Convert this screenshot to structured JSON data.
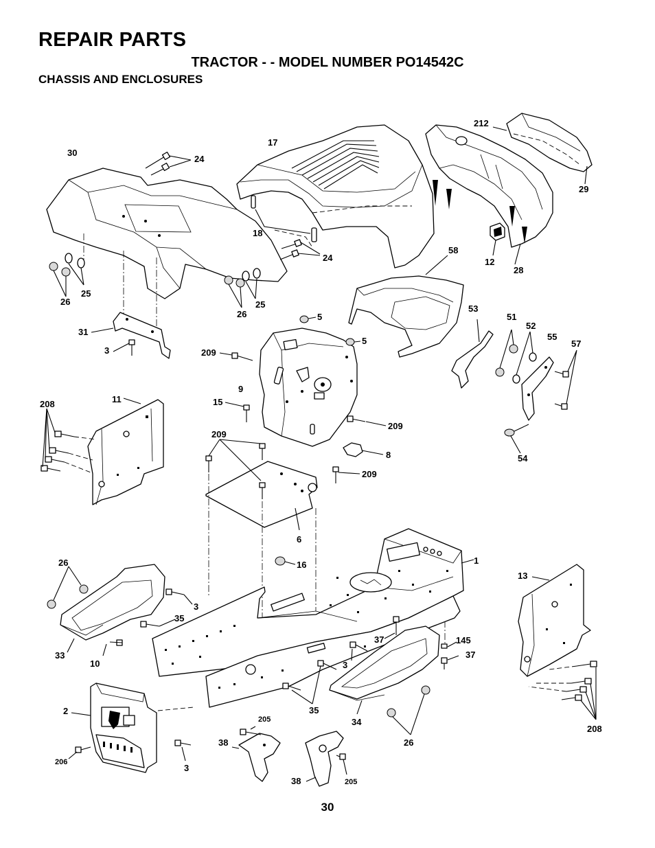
{
  "header": {
    "title": "REPAIR PARTS",
    "subtitle": "TRACTOR - - MODEL NUMBER PO14542C",
    "section": "CHASSIS AND ENCLOSURES"
  },
  "page_number": "30",
  "callouts": {
    "c1": "1",
    "c2": "2",
    "c3a": "3",
    "c3b": "3",
    "c3c": "3",
    "c3d": "3",
    "c5a": "5",
    "c5b": "5",
    "c6": "6",
    "c8": "8",
    "c9": "9",
    "c10": "10",
    "c11": "11",
    "c12": "12",
    "c13": "13",
    "c15": "15",
    "c16": "16",
    "c17": "17",
    "c18": "18",
    "c24a": "24",
    "c24b": "24",
    "c25a": "25",
    "c25b": "25",
    "c26a": "26",
    "c26b": "26",
    "c26c": "26",
    "c26d": "26",
    "c28": "28",
    "c29": "29",
    "c30": "30",
    "c31": "31",
    "c33": "33",
    "c34": "34",
    "c35a": "35",
    "c35b": "35",
    "c37a": "37",
    "c37b": "37",
    "c38a": "38",
    "c38b": "38",
    "c51": "51",
    "c52": "52",
    "c53": "53",
    "c54": "54",
    "c55": "55",
    "c57": "57",
    "c58": "58",
    "c145": "145",
    "c205a": "205",
    "c205b": "205",
    "c206": "206",
    "c208a": "208",
    "c208b": "208",
    "c209a": "209",
    "c209b": "209",
    "c209c": "209",
    "c209d": "209",
    "c212": "212"
  }
}
